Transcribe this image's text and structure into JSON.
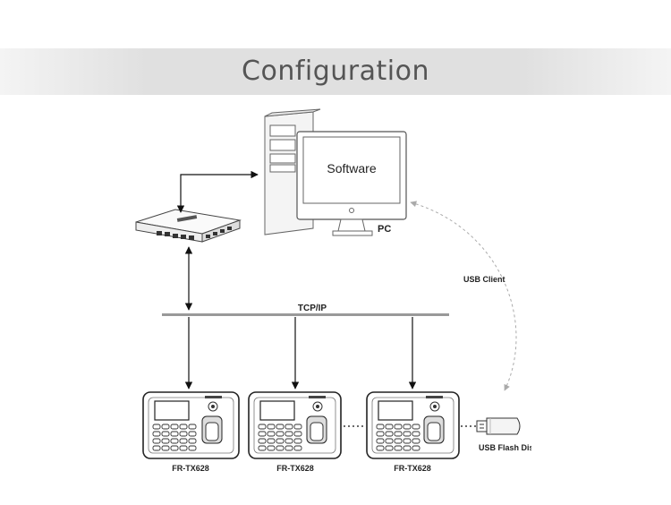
{
  "title": "Configuration",
  "pc": {
    "screen_text": "Software",
    "label": "PC"
  },
  "network": {
    "label": "TCP/IP"
  },
  "usb": {
    "client_label": "USB Client",
    "flash_label": "USB Flash Disk"
  },
  "terminals": [
    {
      "label": "FR-TX628"
    },
    {
      "label": "FR-TX628"
    },
    {
      "label": "FR-TX628"
    }
  ]
}
